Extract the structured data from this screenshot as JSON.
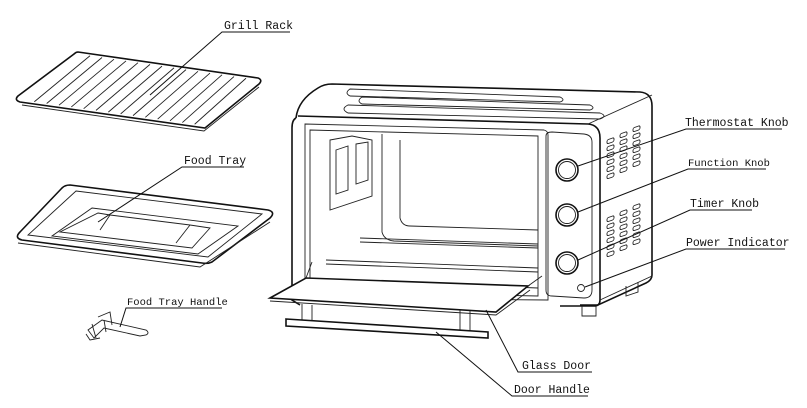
{
  "diagram": {
    "type": "exploded-parts-diagram",
    "subject": "toaster-oven",
    "parts": [
      {
        "id": "grill-rack",
        "label": "Grill Rack"
      },
      {
        "id": "food-tray",
        "label": "Food Tray"
      },
      {
        "id": "food-tray-handle",
        "label": "Food Tray Handle"
      },
      {
        "id": "thermostat-knob",
        "label": "Thermostat Knob"
      },
      {
        "id": "function-knob",
        "label": "Function Knob"
      },
      {
        "id": "timer-knob",
        "label": "Timer Knob"
      },
      {
        "id": "power-indicator",
        "label": "Power Indicator"
      },
      {
        "id": "glass-door",
        "label": "Glass Door"
      },
      {
        "id": "door-handle",
        "label": "Door Handle"
      }
    ],
    "colors": {
      "line": "#111111",
      "background": "#ffffff"
    }
  }
}
